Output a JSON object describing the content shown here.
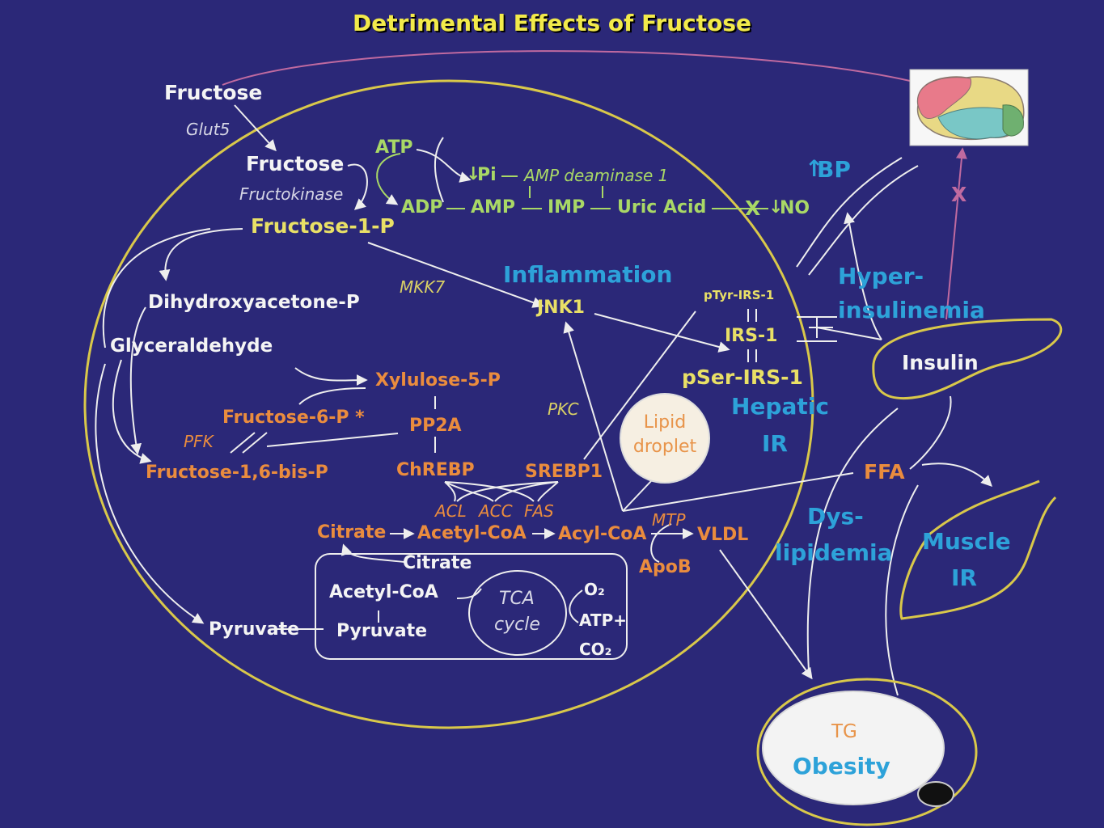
{
  "title": "Detrimental Effects of Fructose",
  "colors": {
    "background": "#2b2878",
    "title": "#f2ea4a",
    "hepatocyte_outline": "#d9c84a",
    "pathway_white": "#f4f4f4",
    "purine_green": "#a9d866",
    "lipogenic_orange": "#ea8c3e",
    "insulin_signaling_yellow": "#e9e066",
    "outcome_blue": "#2da2d9",
    "brain_arc": "#c06aa0"
  },
  "glycolysis": {
    "fructose_blood": "Fructose",
    "glut5": "Glut5",
    "fructose_cell": "Fructose",
    "fructokinase": "Fructokinase",
    "fructose_1_p": "Fructose-1-P",
    "dhap": "Dihydroxyacetone-P",
    "glyceraldehyde": "Glyceraldehyde",
    "fructose_6_p": "Fructose-6-P *",
    "pfk": "PFK",
    "fructose_16_bisp": "Fructose-1,6-bis-P",
    "pyruvate_cyto": "Pyruvate"
  },
  "purine": {
    "atp": "ATP",
    "adp": "ADP",
    "amp": "AMP",
    "imp": "IMP",
    "uric_acid": "Uric Acid",
    "pi": "Pi",
    "amp_deaminase": "AMP deaminase 1",
    "no": "NO",
    "down_arrow": "↓",
    "up_arrow": "↑",
    "block_x": "X"
  },
  "lipogenesis": {
    "xylulose_5_p": "Xylulose-5-P",
    "pp2a": "PP2A",
    "chrebp": "ChREBP",
    "srebp1": "SREBP1",
    "acl": "ACL",
    "acc": "ACC",
    "fas": "FAS",
    "citrate": "Citrate",
    "acetyl_coa": "Acetyl-CoA",
    "acyl_coa": "Acyl-CoA",
    "mtp": "MTP",
    "vldl": "VLDL",
    "apob": "ApoB",
    "lipid_droplet": "Lipid droplet"
  },
  "mitochondrion": {
    "citrate": "Citrate",
    "acetyl_coa": "Acetyl-CoA",
    "pyruvate": "Pyruvate",
    "tca": "TCA",
    "cycle": "cycle",
    "o2": "O₂",
    "atp": "ATP+",
    "co2": "CO₂"
  },
  "signaling": {
    "mkk7": "MKK7",
    "inflammation": "Inflammation",
    "jnk1": "JNK1",
    "ptyr_irs1": "pTyr-IRS-1",
    "irs1": "IRS-1",
    "pser_irs1": "pSer-IRS-1",
    "pkc": "PKC",
    "hepatic": "Hepatic",
    "ir": "IR"
  },
  "systemic": {
    "bp": "BP",
    "hyper": "Hyper-",
    "insulinemia": "insulinemia",
    "insulin": "Insulin",
    "ffa": "FFA",
    "dys": "Dys-",
    "lipidemia": "lipidemia",
    "muscle": "Muscle",
    "muscle_ir": "IR",
    "tg": "TG",
    "obesity": "Obesity",
    "brain_block": "X"
  }
}
